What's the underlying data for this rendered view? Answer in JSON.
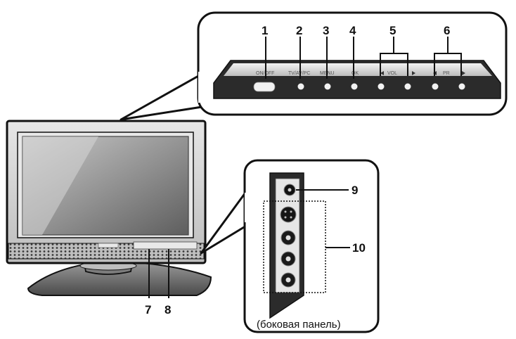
{
  "callouts": {
    "c1": "1",
    "c2": "2",
    "c3": "3",
    "c4": "4",
    "c5": "5",
    "c6": "6",
    "c7": "7",
    "c8": "8",
    "c9": "9",
    "c10": "10"
  },
  "top_panel": {
    "on_off": "ON/OFF",
    "tv_av_pc": "TV/AV/PC",
    "menu": "MENU",
    "ok": "OK",
    "vol": "VOL",
    "pr": "PR"
  },
  "side_panel": {
    "caption": "(боковая панель)"
  },
  "colors": {
    "outline": "#111111",
    "bezel": "#d9d9d9",
    "screen": "#9a9a9a",
    "panel_dark": "#2b2b2b",
    "panel_light": "#e8e8e8"
  }
}
